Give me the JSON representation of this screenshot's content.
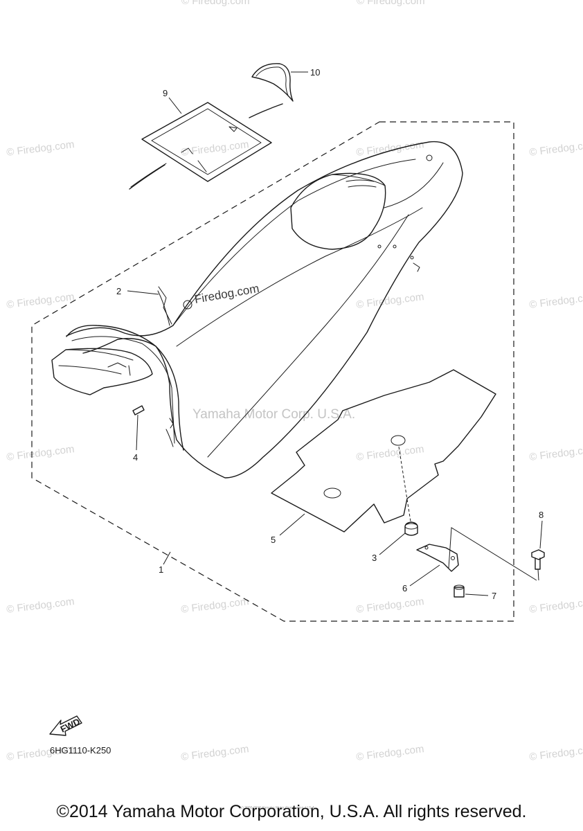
{
  "watermarks": {
    "site": "© Firedog.com",
    "site_part": "Firedog.com",
    "publisher": "Yamaha Motor Corp. U.S.A."
  },
  "callouts": [
    "1",
    "2",
    "3",
    "4",
    "5",
    "6",
    "7",
    "8",
    "9",
    "10"
  ],
  "fwd_label": "FWD",
  "diagram_code": "6HG1110-K250",
  "tiny_note": "(c) 2000-2015 Yamaha Motor Corporation, U.S.A.",
  "copyright": "©2014 Yamaha Motor Corporation, U.S.A. All rights reserved."
}
